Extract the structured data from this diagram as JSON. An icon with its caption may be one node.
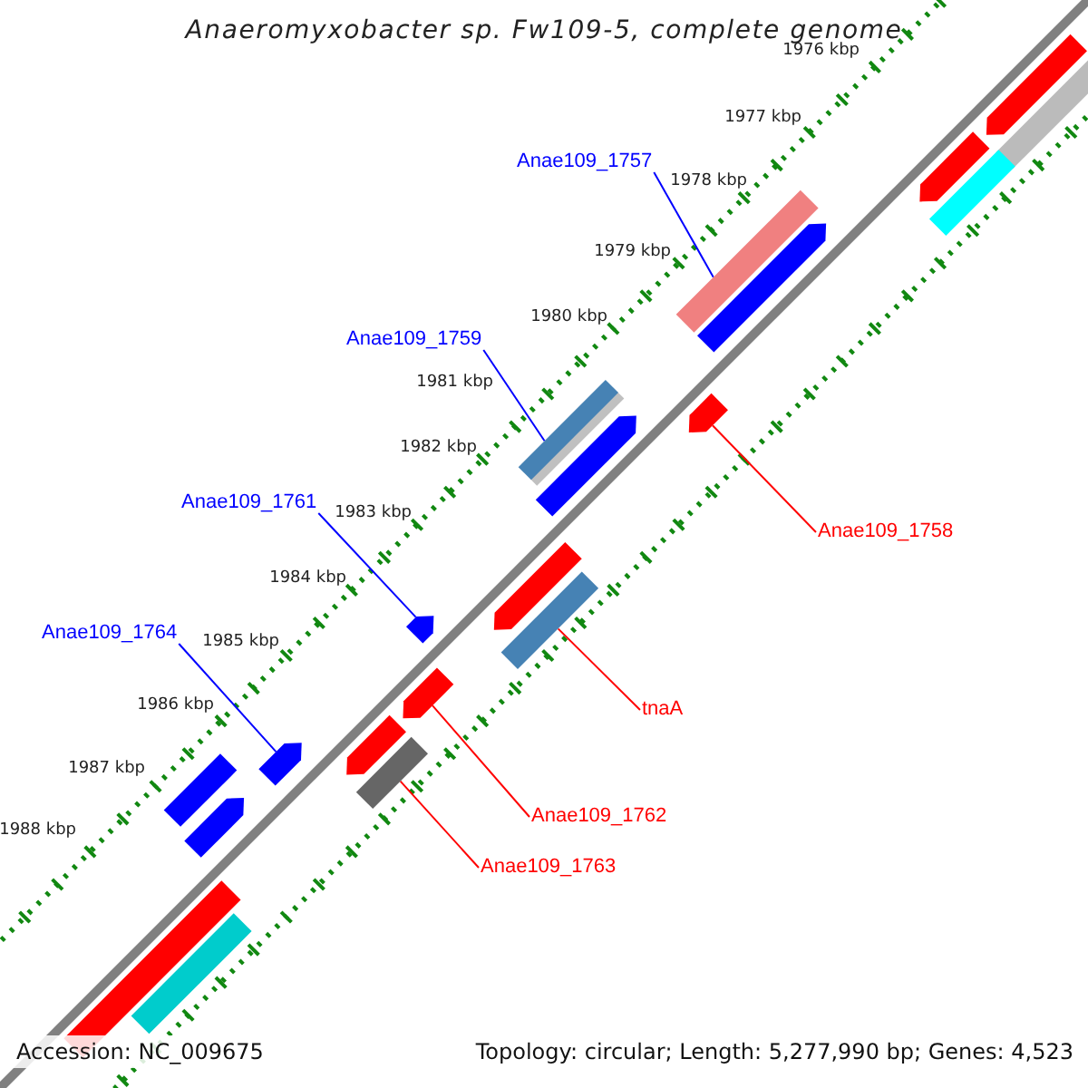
{
  "diagram": {
    "title": "Anaeromyxobacter sp. Fw109-5, complete genome",
    "nodes": [
      {
        "text": [
          "Anae109_1757"
        ]
      },
      {
        "text": [],
        "shape": "bar"
      },
      {
        "text": [
          "Anae109_1759"
        ]
      },
      {
        "text": [],
        "shape": "bar"
      },
      {
        "text": [
          "Anae109_1758"
        ]
      },
      {
        "text": [],
        "shape": "arrow"
      },
      {
        "text": [
          "Anae109_1761"
        ]
      },
      {
        "text": [],
        "shape": "arrow"
      },
      {
        "text": [
          "Anae109_1764"
        ]
      },
      {
        "text": [],
        "shape": "arrow"
      },
      {
        "text": [
          "tnaA"
        ]
      },
      {
        "text": [],
        "shape": "bar"
      },
      {
        "text": [
          "Anae109_1762"
        ]
      },
      {
        "text": [],
        "shape": "arrow"
      },
      {
        "text": [
          "Anae109_1763"
        ]
      },
      {
        "text": [],
        "shape": "bar"
      }
    ],
    "edges": [
      {
        "from": 0,
        "to": 1,
        "arrow": "none",
        "color": "#0000ff"
      },
      {
        "from": 2,
        "to": 3,
        "arrow": "none",
        "color": "#0000ff"
      },
      {
        "from": 4,
        "to": 5,
        "arrow": "none",
        "color": "#ff0000"
      },
      {
        "from": 6,
        "to": 7,
        "arrow": "none",
        "color": "#0000ff"
      },
      {
        "from": 8,
        "to": 9,
        "arrow": "none",
        "color": "#0000ff"
      },
      {
        "from": 10,
        "to": 11,
        "arrow": "none",
        "color": "#ff0000"
      },
      {
        "from": 12,
        "to": 13,
        "arrow": "none",
        "color": "#ff0000"
      },
      {
        "from": 14,
        "to": 15,
        "arrow": "none",
        "color": "#ff0000"
      }
    ],
    "labels": [
      "1976 kbp",
      "1977 kbp",
      "1978 kbp",
      "1979 kbp",
      "1980 kbp",
      "1981 kbp",
      "1982 kbp",
      "1983 kbp",
      "1984 kbp",
      "1985 kbp",
      "1986 kbp",
      "1987 kbp",
      "1988 kbp",
      "Accession: NC_009675",
      "Topology: circular; Length: 5,277,990 bp; Genes: 4,523"
    ]
  }
}
